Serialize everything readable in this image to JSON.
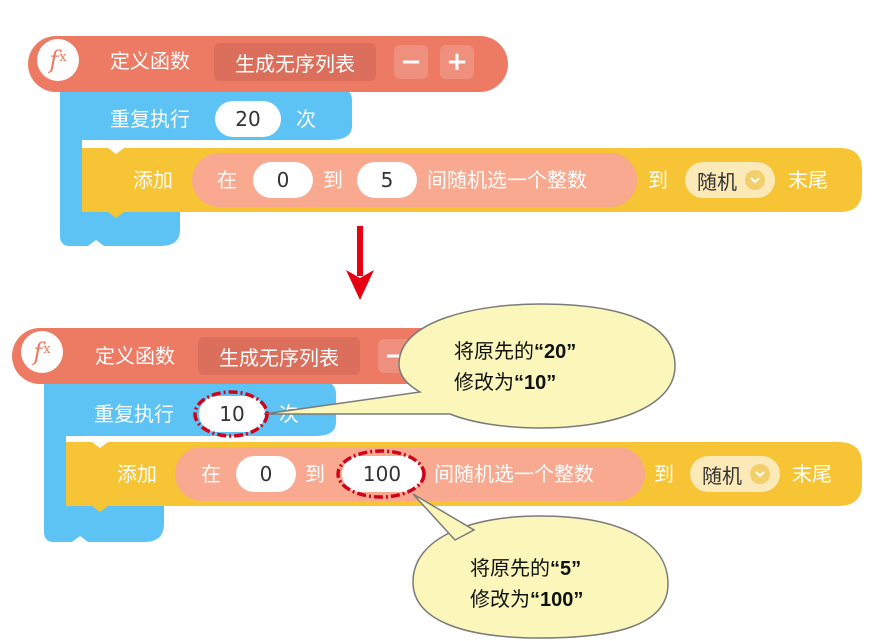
{
  "block_labels": {
    "define_function": "定义函数",
    "function_name": "生成无序列表",
    "minus": "−",
    "plus": "+",
    "repeat": "重复执行",
    "times": "次",
    "add": "添加",
    "at": "在",
    "to": "到",
    "random_int": "间随机选一个整数",
    "to_list": "到",
    "position": "随机",
    "end": "末尾"
  },
  "before": {
    "repeat_count": "20",
    "range_start": "0",
    "range_end": "5"
  },
  "after": {
    "repeat_count": "10",
    "range_start": "0",
    "range_end": "100"
  },
  "callouts": {
    "first": {
      "line1_prefix": "将原先的",
      "line1_value": "“20”",
      "line2_prefix": "修改为",
      "line2_value": "“10”"
    },
    "second": {
      "line1_prefix": "将原先的",
      "line1_value": "“5”",
      "line2_prefix": "修改为",
      "line2_value": "“100”"
    }
  },
  "colors": {
    "function_block": "#ed7a63",
    "loop_block": "#5cc3f4",
    "list_block": "#f7c436",
    "random_block": "#f8a98f",
    "arrow": "#e60012",
    "highlight": "#d0021b",
    "callout_fill": "#fbf6b9"
  }
}
